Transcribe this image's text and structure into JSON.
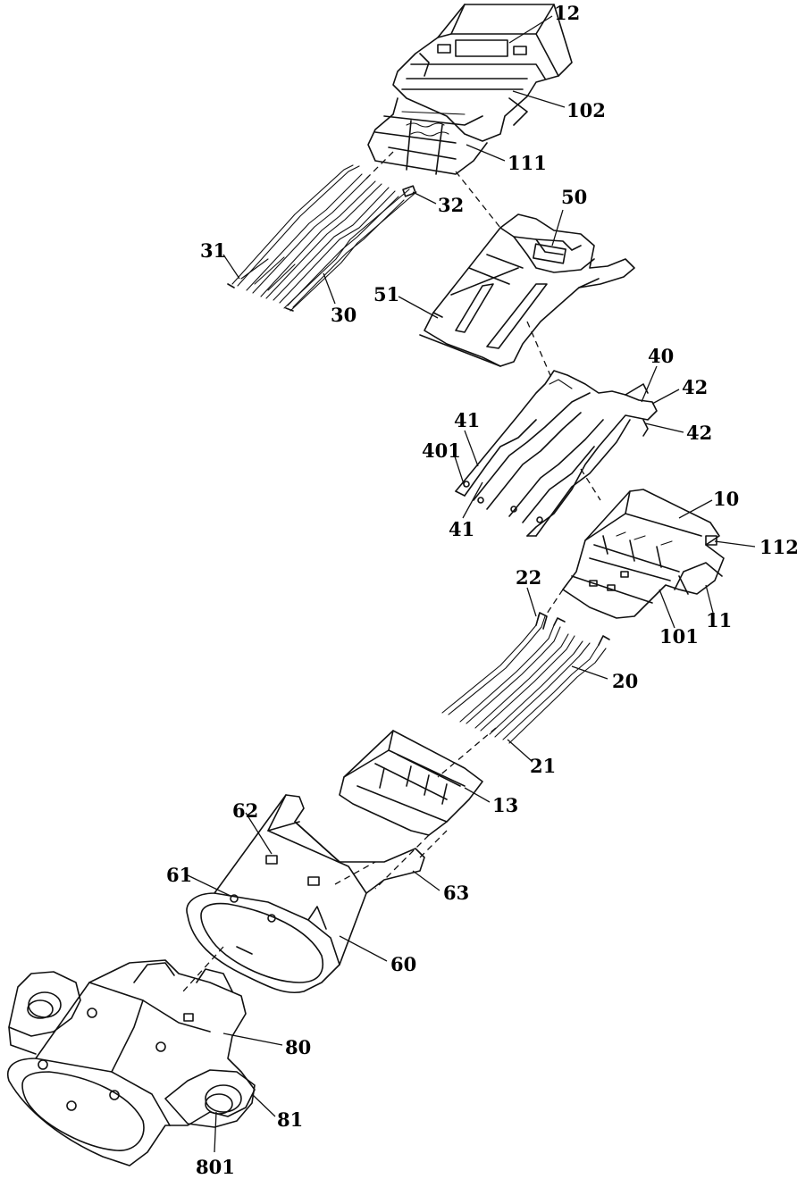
{
  "figure": {
    "labels": [
      {
        "id": "l12",
        "text": "12"
      },
      {
        "id": "l102",
        "text": "102"
      },
      {
        "id": "l111",
        "text": "111"
      },
      {
        "id": "l32",
        "text": "32"
      },
      {
        "id": "l31",
        "text": "31"
      },
      {
        "id": "l30",
        "text": "30"
      },
      {
        "id": "l50",
        "text": "50"
      },
      {
        "id": "l51",
        "text": "51"
      },
      {
        "id": "l40",
        "text": "40"
      },
      {
        "id": "l42a",
        "text": "42"
      },
      {
        "id": "l42b",
        "text": "42"
      },
      {
        "id": "l41a",
        "text": "41"
      },
      {
        "id": "l401",
        "text": "401"
      },
      {
        "id": "l41b",
        "text": "41"
      },
      {
        "id": "l10",
        "text": "10"
      },
      {
        "id": "l112",
        "text": "112"
      },
      {
        "id": "l22",
        "text": "22"
      },
      {
        "id": "l11",
        "text": "11"
      },
      {
        "id": "l101",
        "text": "101"
      },
      {
        "id": "l20",
        "text": "20"
      },
      {
        "id": "l21",
        "text": "21"
      },
      {
        "id": "l13",
        "text": "13"
      },
      {
        "id": "l62",
        "text": "62"
      },
      {
        "id": "l61",
        "text": "61"
      },
      {
        "id": "l63",
        "text": "63"
      },
      {
        "id": "l60",
        "text": "60"
      },
      {
        "id": "l80",
        "text": "80"
      },
      {
        "id": "l81",
        "text": "81"
      },
      {
        "id": "l801",
        "text": "801"
      }
    ]
  }
}
